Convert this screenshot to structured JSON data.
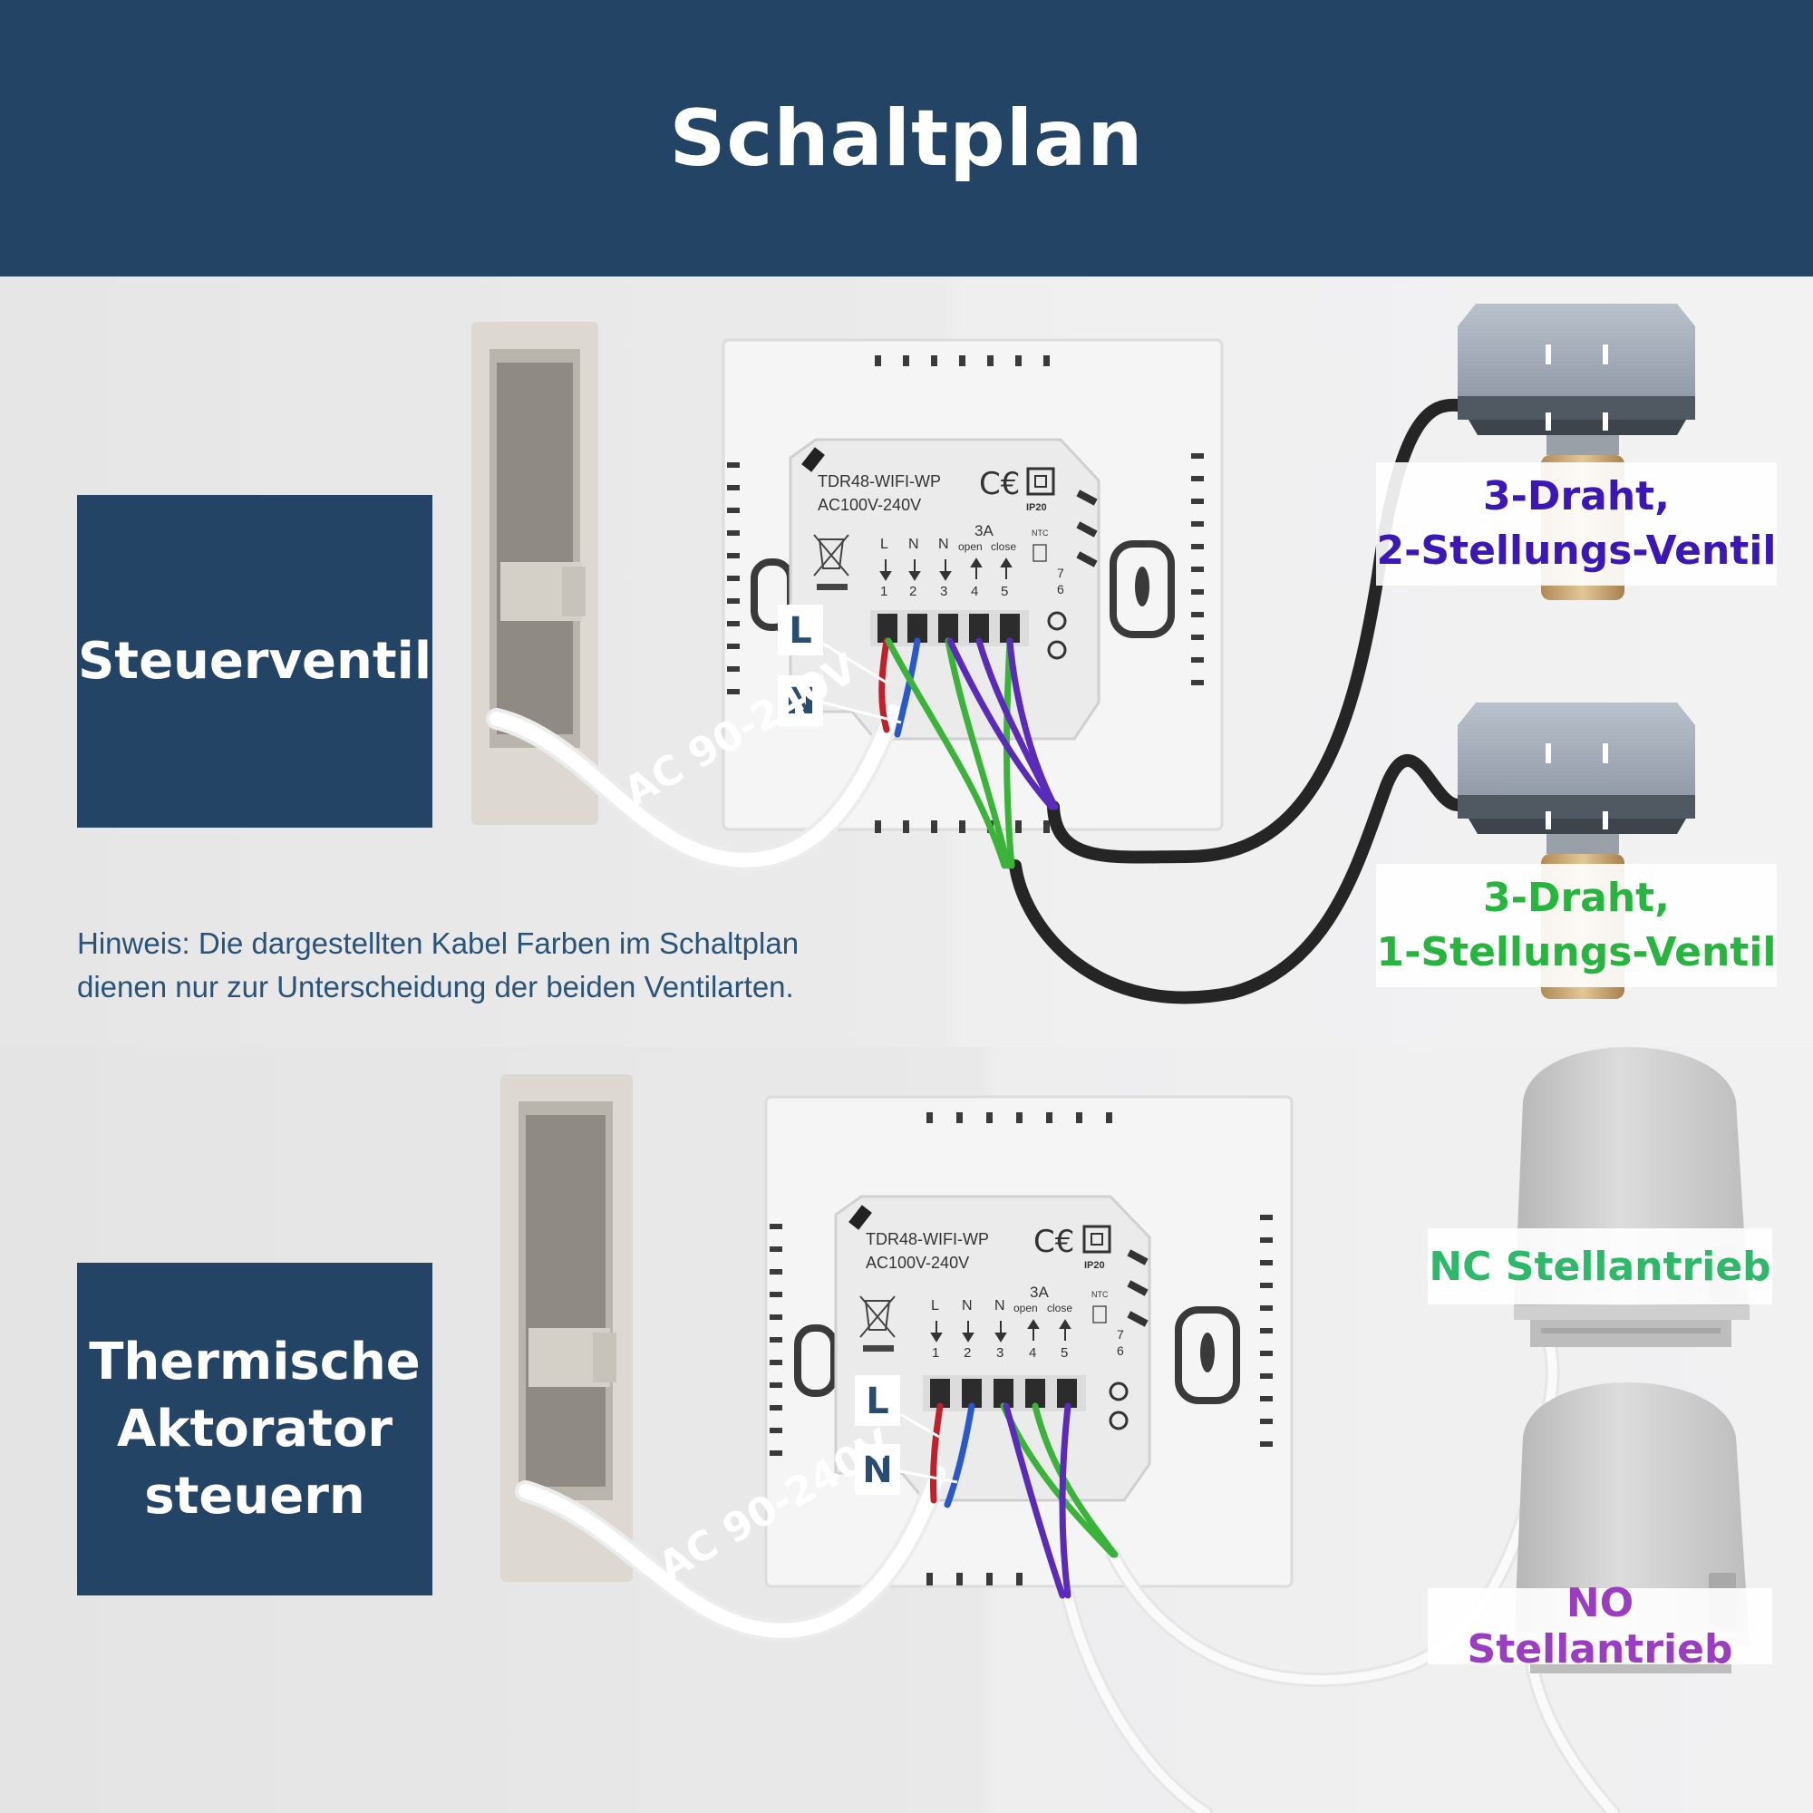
{
  "header": {
    "title": "Schaltplan"
  },
  "sections": [
    {
      "label": "Steuerventil",
      "device": {
        "model": "TDR48-WIFI-WP",
        "voltage": "AC100V-240V",
        "rating": "IP20",
        "current": "3A"
      },
      "terminals": {
        "labels": [
          "L",
          "N",
          "N"
        ],
        "numbers": [
          "1",
          "2",
          "3",
          "4",
          "5"
        ],
        "open": "open",
        "close": "close",
        "ntc": "NTC",
        "ntc_numbers": [
          "7",
          "6"
        ]
      },
      "wire_labels": {
        "line": "L",
        "neutral": "N"
      },
      "cable_text": "AC 90-240V",
      "callouts": [
        {
          "lines": [
            "3-Draht,",
            "2-Stellungs-Ventil"
          ],
          "color": "#3b17b5"
        },
        {
          "lines": [
            "3-Draht,",
            "1-Stellungs-Ventil"
          ],
          "color": "#27b53f"
        }
      ],
      "note": [
        "Hinweis: Die dargestellten Kabel Farben im Schaltplan",
        "dienen nur zur Unterscheidung der beiden Ventilarten."
      ]
    },
    {
      "label": [
        "Thermische",
        "Aktorator",
        "steuern"
      ],
      "device": {
        "model": "TDR48-WIFI-WP",
        "voltage": "AC100V-240V",
        "rating": "IP20",
        "current": "3A"
      },
      "terminals": {
        "labels": [
          "L",
          "N",
          "N"
        ],
        "numbers": [
          "1",
          "2",
          "3",
          "4",
          "5"
        ],
        "open": "open",
        "close": "close",
        "ntc": "NTC",
        "ntc_numbers": [
          "7",
          "6"
        ]
      },
      "wire_labels": {
        "line": "L",
        "neutral": "N"
      },
      "cable_text": "AC 90-240V",
      "callouts": [
        {
          "lines": [
            "NC Stellantrieb"
          ],
          "color": "#2fb86a"
        },
        {
          "lines": [
            "NO Stellantrieb"
          ],
          "color": "#9a3dc0"
        }
      ]
    }
  ],
  "wire_colors": {
    "red": "#c0202a",
    "blue": "#2a58c8",
    "green": "#3bb33a",
    "purple": "#5a2bb8",
    "black": "#252525",
    "grey": "#f4f4f4"
  }
}
